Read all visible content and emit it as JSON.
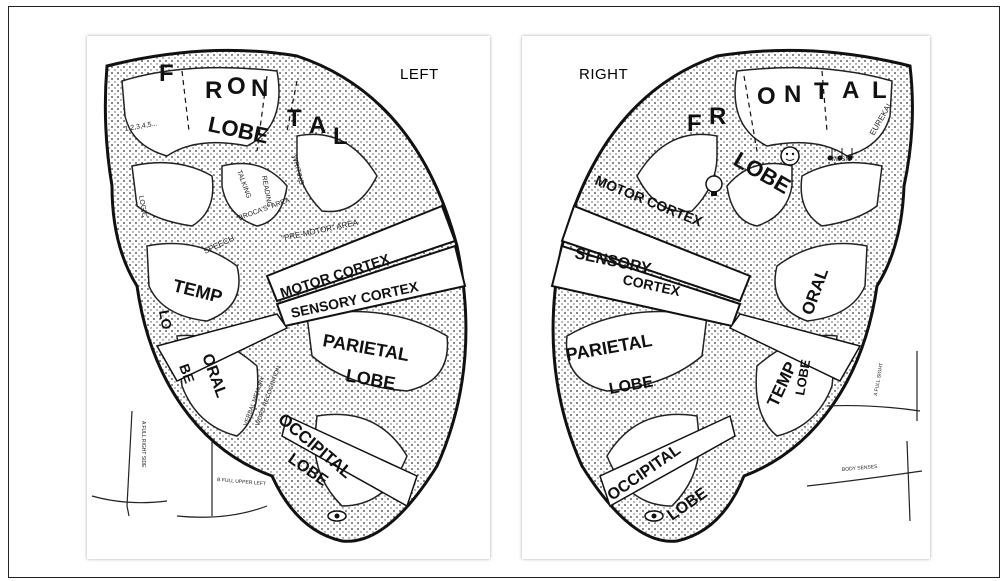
{
  "left_panel": {
    "side_label": "LEFT",
    "frontal_letters": [
      "F",
      "R",
      "O",
      "N",
      "T",
      "A",
      "L"
    ],
    "frontal_lobe": "LOBE",
    "motor_cortex": "MOTOR CORTEX",
    "sensory_cortex": "SENSORY CORTEX",
    "temporal_top": "TEMP",
    "temporal_bottom": "ORAL",
    "temporal_lobe_top": "LO",
    "temporal_lobe_bottom": "BE",
    "parietal": "PARIETAL",
    "parietal_lobe": "LOBE",
    "occipital": "OCCIPITAL",
    "occipital_lobe": "LOBE",
    "pre_motor": "\"PRE-MOTOR\" AREA",
    "speech": "SPEECH",
    "small_notes": [
      "1,2,3,4,5...",
      "LOGIC",
      "TALKING",
      "READING",
      "WRITING",
      "\"BROCA'S\" AREA",
      "VERBAL MEMORY",
      "WORD RECOGNITION",
      "A FULL RIGHT SIDE",
      "B FULL UPPER LEFT"
    ]
  },
  "right_panel": {
    "side_label": "RIGHT",
    "frontal_letters": [
      "F",
      "R",
      "O",
      "N",
      "T",
      "A",
      "L"
    ],
    "frontal_lobe": "LOBE",
    "eureka": "EUREKA!",
    "motor_cortex": "MOTOR CORTEX",
    "sensory_top": "SENSORY",
    "sensory_bottom": "CORTEX",
    "parietal": "PARIETAL",
    "parietal_lobe": "LOBE",
    "temporal_top": "ORAL",
    "temporal_bottom": "TEMP",
    "temporal_lobe": "LOBE",
    "occipital": "OCCIPITAL",
    "occipital_lobe": "LOBE",
    "small_notes": [
      "A FULL SIGHT",
      "BODY SENSES",
      "MUSIC"
    ]
  }
}
